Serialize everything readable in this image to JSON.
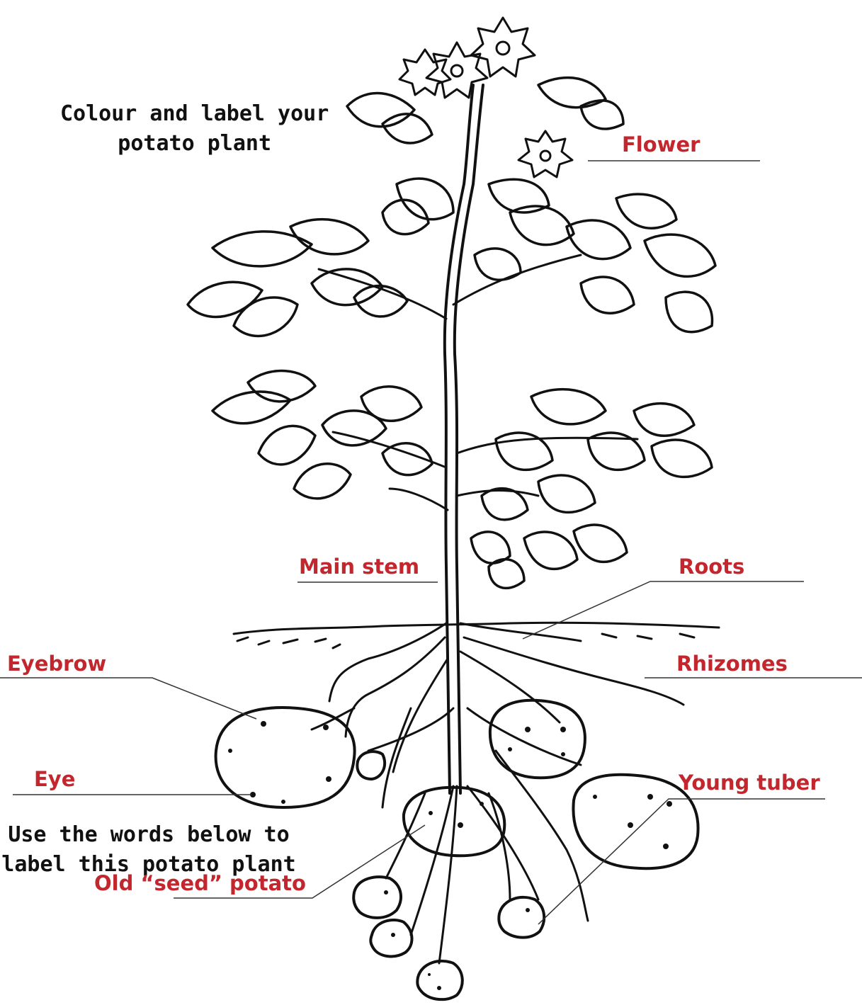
{
  "title": {
    "line1": "Colour and label your",
    "line2": "potato plant"
  },
  "instruction": {
    "line1": "Use the words below to",
    "line2": "label this potato plant"
  },
  "labels": {
    "flower": "Flower",
    "main_stem": "Main stem",
    "roots": "Roots",
    "eyebrow": "Eyebrow",
    "rhizomes": "Rhizomes",
    "eye": "Eye",
    "old_seed_potato": "Old “seed” potato",
    "young_tuber": "Young tuber"
  },
  "colors": {
    "label_text": "#c4262e",
    "outline": "#111111",
    "leader_line": "#333333",
    "background": "#ffffff"
  }
}
